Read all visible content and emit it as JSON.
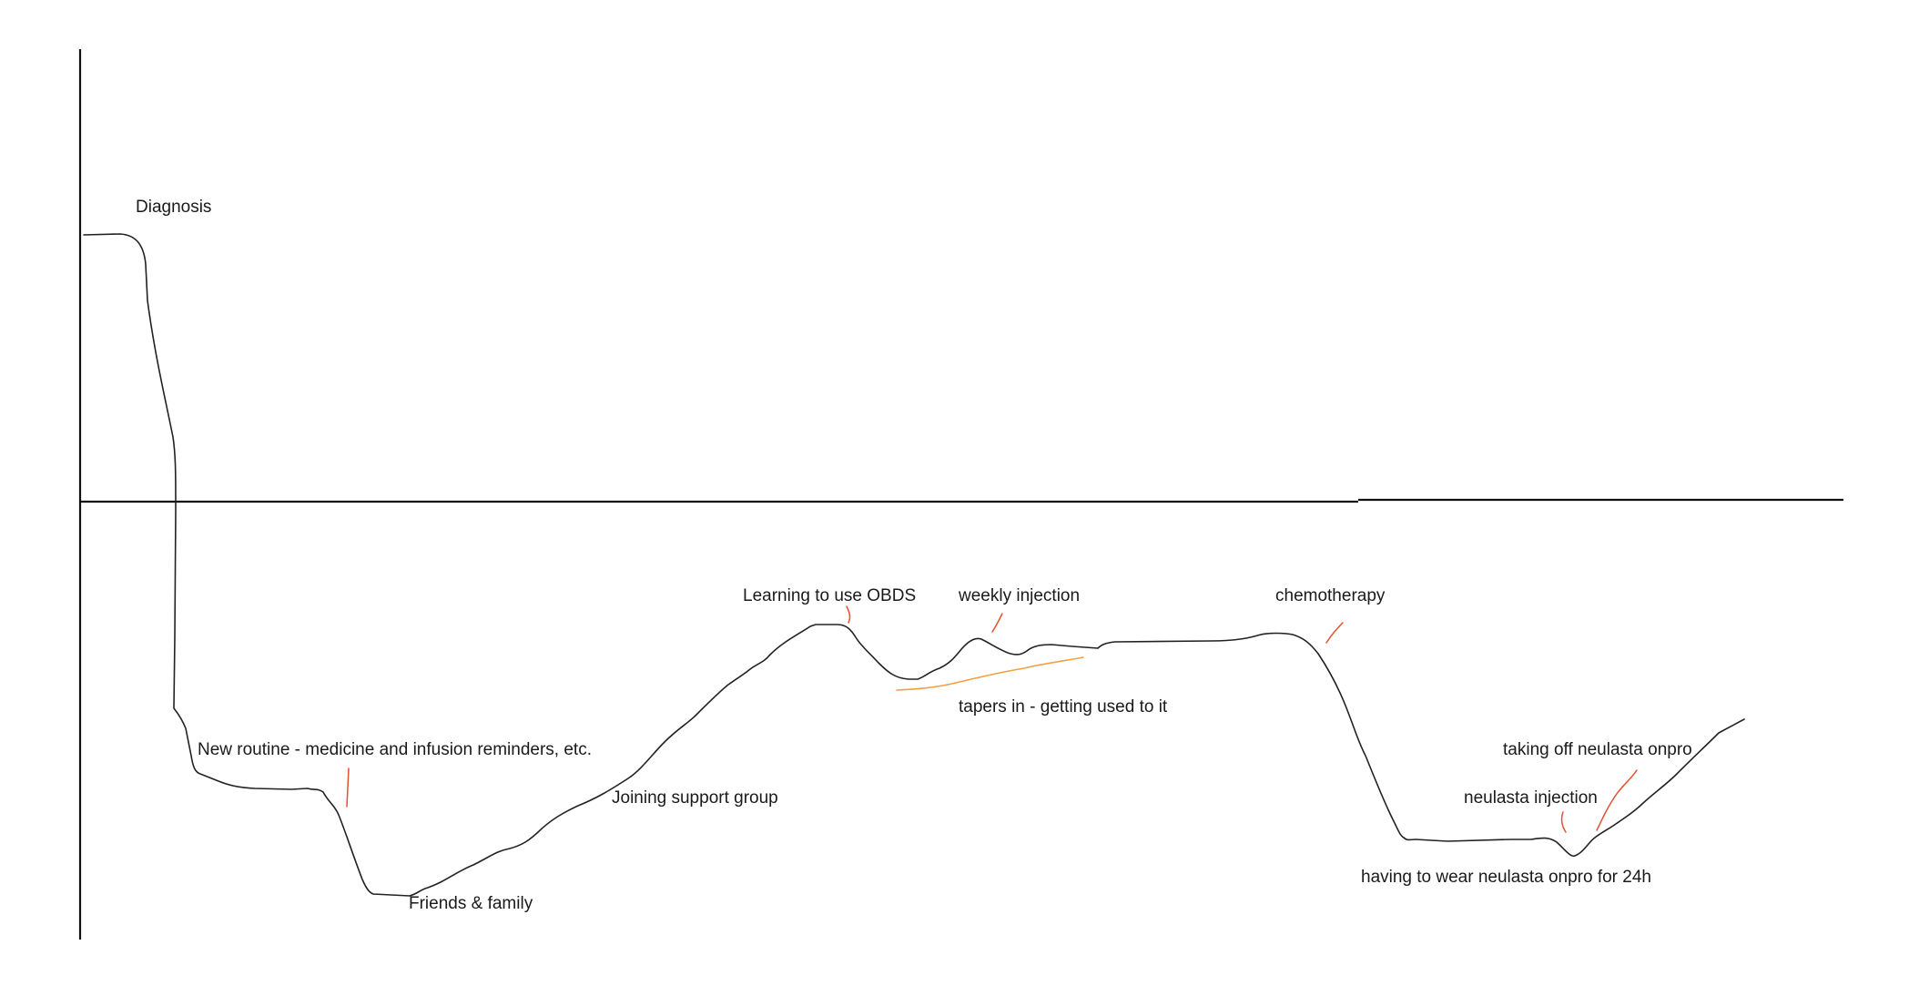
{
  "colors": {
    "line": "#222222",
    "axis": "#111111",
    "red_marker": "#e4502f",
    "orange_marker": "#f4a040",
    "background": "#ffffff"
  },
  "labels": {
    "diagnosis": "Diagnosis",
    "new_routine": "New routine - medicine and infusion reminders, etc.",
    "friends_family": "Friends & family",
    "support_group": "Joining support group",
    "learning_obds": "Learning to use OBDS",
    "weekly_injection": "weekly injection",
    "tapers_in": "tapers in - getting used to it",
    "chemotherapy": "chemotherapy",
    "taking_off": "taking off neulasta onpro",
    "neulasta_injection": "neulasta injection",
    "wear_24h": "having to wear neulasta onpro for 24h"
  }
}
